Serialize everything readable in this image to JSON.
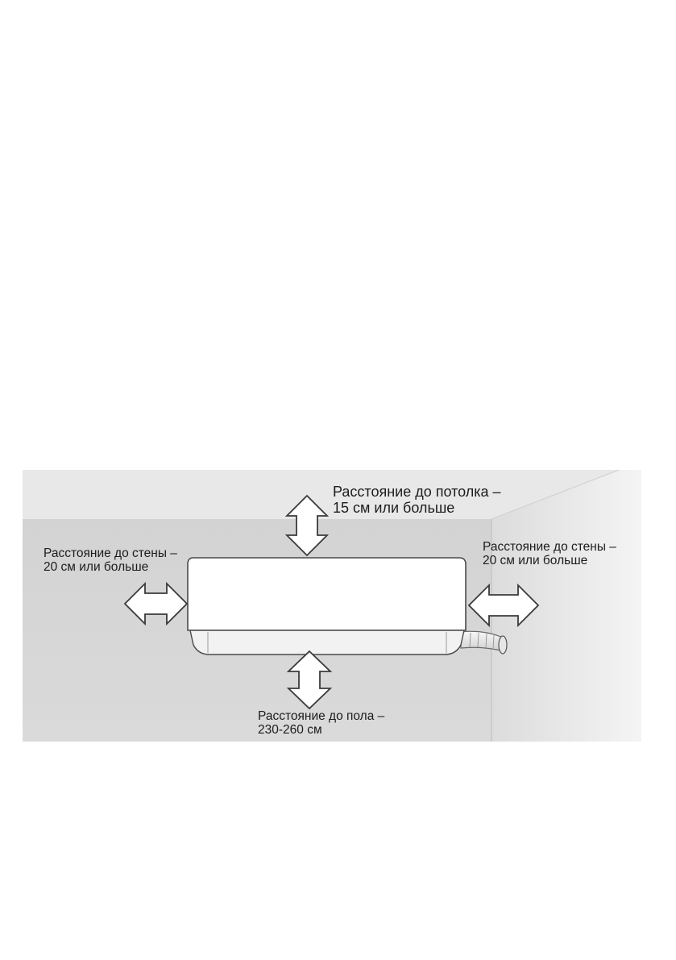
{
  "labels": {
    "ceiling": {
      "line1": "Расстояние до потолка –",
      "line2": "15 см или больше"
    },
    "wall_left": {
      "line1": "Расстояние до стены –",
      "line2": "20 см или больше"
    },
    "wall_right": {
      "line1": "Расстояние до стены –",
      "line2": "20 см или больше"
    },
    "floor": {
      "line1": "Расстояние до пола –",
      "line2": "230-260 см"
    }
  },
  "colors": {
    "wall_back": "#d9d9d9",
    "ceiling": "#e6e6e6",
    "wall_side": "#ebebeb",
    "unit_body": "#ffffff",
    "unit_panel": "#f1f1f1",
    "outline": "#4a4a4a",
    "text": "#1c1c1c"
  },
  "icons": [
    "double-arrow-vertical-icon",
    "double-arrow-horizontal-icon",
    "pipe-icon"
  ]
}
